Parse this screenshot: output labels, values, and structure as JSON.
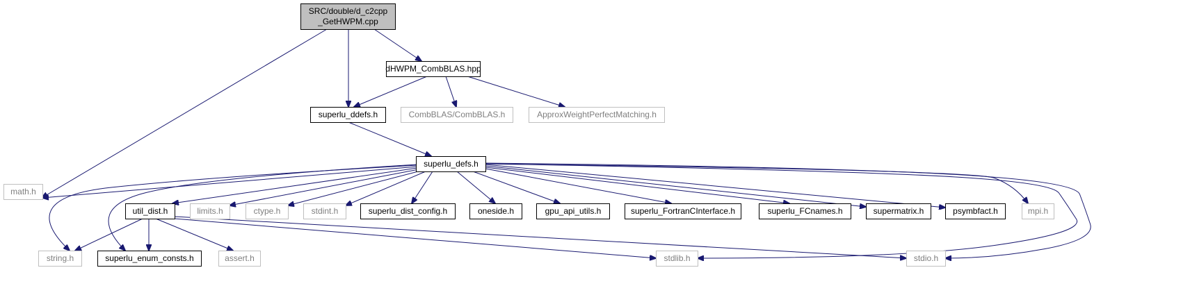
{
  "diagram": {
    "colors": {
      "edge": "#191970",
      "text_strong": "#000000",
      "text_dim": "#7f7f7f",
      "border_strong": "#000000",
      "border_dim": "#bfbfbf",
      "fill_root": "#bfbfbf",
      "fill_normal": "#ffffff"
    },
    "nodes": [
      {
        "id": "root",
        "lines": [
          "SRC/double/d_c2cpp",
          "_GetHWPM.cpp"
        ],
        "style": "root"
      },
      {
        "id": "dhwpm",
        "lines": [
          "dHWPM_CombBLAS.hpp"
        ],
        "style": "normal"
      },
      {
        "id": "ddefs",
        "lines": [
          "superlu_ddefs.h"
        ],
        "style": "normal"
      },
      {
        "id": "combblas",
        "lines": [
          "CombBLAS/CombBLAS.h"
        ],
        "style": "dim"
      },
      {
        "id": "approx",
        "lines": [
          "ApproxWeightPerfectMatching.h"
        ],
        "style": "dim"
      },
      {
        "id": "defs",
        "lines": [
          "superlu_defs.h"
        ],
        "style": "normal"
      },
      {
        "id": "math",
        "lines": [
          "math.h"
        ],
        "style": "dim"
      },
      {
        "id": "utildist",
        "lines": [
          "util_dist.h"
        ],
        "style": "normal"
      },
      {
        "id": "limits",
        "lines": [
          "limits.h"
        ],
        "style": "dim"
      },
      {
        "id": "ctype",
        "lines": [
          "ctype.h"
        ],
        "style": "dim"
      },
      {
        "id": "stdint",
        "lines": [
          "stdint.h"
        ],
        "style": "dim"
      },
      {
        "id": "distconfig",
        "lines": [
          "superlu_dist_config.h"
        ],
        "style": "normal"
      },
      {
        "id": "oneside",
        "lines": [
          "oneside.h"
        ],
        "style": "normal"
      },
      {
        "id": "gpuapi",
        "lines": [
          "gpu_api_utils.h"
        ],
        "style": "normal"
      },
      {
        "id": "fortran",
        "lines": [
          "superlu_FortranCInterface.h"
        ],
        "style": "normal"
      },
      {
        "id": "fcnames",
        "lines": [
          "superlu_FCnames.h"
        ],
        "style": "normal"
      },
      {
        "id": "supermatrix",
        "lines": [
          "supermatrix.h"
        ],
        "style": "normal"
      },
      {
        "id": "psymbfact",
        "lines": [
          "psymbfact.h"
        ],
        "style": "normal"
      },
      {
        "id": "mpi",
        "lines": [
          "mpi.h"
        ],
        "style": "dim"
      },
      {
        "id": "string",
        "lines": [
          "string.h"
        ],
        "style": "dim"
      },
      {
        "id": "enumconsts",
        "lines": [
          "superlu_enum_consts.h"
        ],
        "style": "normal"
      },
      {
        "id": "assert",
        "lines": [
          "assert.h"
        ],
        "style": "dim"
      },
      {
        "id": "stdlib",
        "lines": [
          "stdlib.h"
        ],
        "style": "dim"
      },
      {
        "id": "stdio",
        "lines": [
          "stdio.h"
        ],
        "style": "dim"
      }
    ],
    "edges": [
      [
        "root",
        "dhwpm"
      ],
      [
        "root",
        "ddefs"
      ],
      [
        "root",
        "math"
      ],
      [
        "dhwpm",
        "ddefs"
      ],
      [
        "dhwpm",
        "combblas"
      ],
      [
        "dhwpm",
        "approx"
      ],
      [
        "ddefs",
        "defs"
      ],
      [
        "defs",
        "math"
      ],
      [
        "defs",
        "utildist"
      ],
      [
        "defs",
        "limits"
      ],
      [
        "defs",
        "ctype"
      ],
      [
        "defs",
        "stdint"
      ],
      [
        "defs",
        "distconfig"
      ],
      [
        "defs",
        "oneside"
      ],
      [
        "defs",
        "gpuapi"
      ],
      [
        "defs",
        "fortran"
      ],
      [
        "defs",
        "fcnames"
      ],
      [
        "defs",
        "supermatrix"
      ],
      [
        "defs",
        "psymbfact"
      ],
      [
        "defs",
        "mpi"
      ],
      [
        "defs",
        "string"
      ],
      [
        "defs",
        "enumconsts"
      ],
      [
        "defs",
        "stdlib"
      ],
      [
        "defs",
        "stdio"
      ],
      [
        "utildist",
        "string"
      ],
      [
        "utildist",
        "enumconsts"
      ],
      [
        "utildist",
        "assert"
      ],
      [
        "utildist",
        "stdlib"
      ],
      [
        "utildist",
        "stdio"
      ]
    ]
  }
}
